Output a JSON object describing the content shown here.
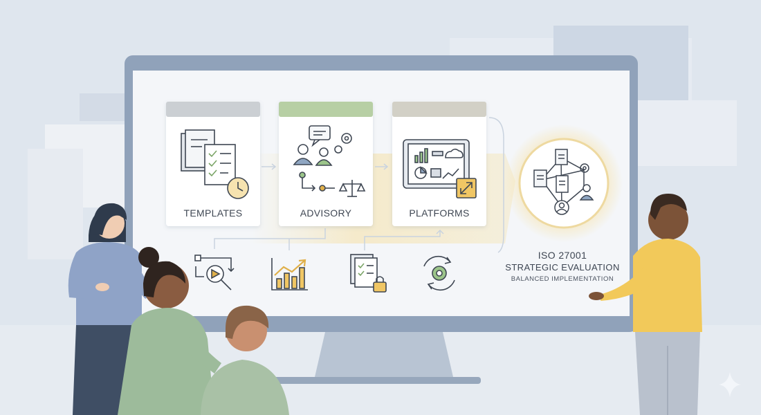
{
  "cards": [
    {
      "label": "TEMPLATES",
      "accent": "#cbcfd3"
    },
    {
      "label": "ADVISORY",
      "accent": "#b7cfa4"
    },
    {
      "label": "PLATFORMS",
      "accent": "#d2d0c6"
    }
  ],
  "iso": {
    "title": "ISO 27001",
    "subtitle": "STRATEGIC EVALUATION",
    "tagline": "BALANCED IMPLEMENTATION"
  },
  "icons": {
    "templates": "document-stack-clock-icon",
    "advisory": "people-chat-balance-icon",
    "platforms": "tablet-dashboard-icon",
    "hub": "network-documents-icon",
    "process": "magnifier-process-icon",
    "growth": "bar-chart-growth-icon",
    "secure_docs": "documents-lock-icon",
    "cycle": "gear-cycle-icon",
    "sparkle": "sparkle-icon"
  },
  "colors": {
    "background": "#dfe6ee",
    "monitor_frame": "#8fa2bb",
    "screen": "#f4f6f9",
    "highlight": "#f3e3b5",
    "accent_gold": "#e0b04a",
    "accent_green": "#8fb981",
    "accent_blue": "#5b7ea6"
  }
}
